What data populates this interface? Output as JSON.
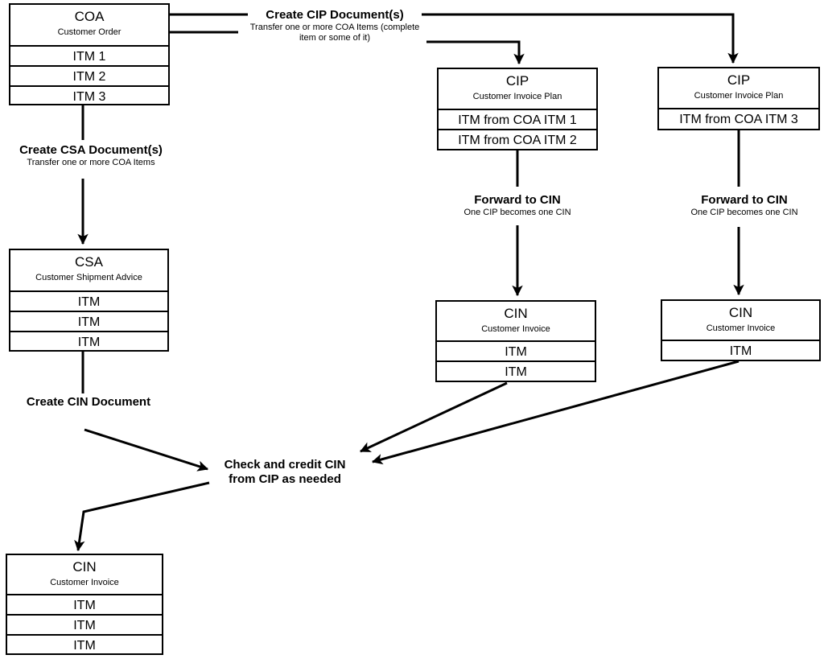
{
  "documents": {
    "coa": {
      "code": "COA",
      "full": "Customer Order",
      "items": [
        "ITM 1",
        "ITM 2",
        "ITM 3"
      ]
    },
    "cip1": {
      "code": "CIP",
      "full": "Customer Invoice Plan",
      "items": [
        "ITM from COA ITM 1",
        "ITM from COA ITM 2"
      ]
    },
    "cip2": {
      "code": "CIP",
      "full": "Customer Invoice Plan",
      "items": [
        "ITM from COA ITM 3"
      ]
    },
    "csa": {
      "code": "CSA",
      "full": "Customer Shipment Advice",
      "items": [
        "ITM",
        "ITM",
        "ITM"
      ]
    },
    "cin1": {
      "code": "CIN",
      "full": "Customer Invoice",
      "items": [
        "ITM",
        "ITM"
      ]
    },
    "cin2": {
      "code": "CIN",
      "full": "Customer Invoice",
      "items": [
        "ITM"
      ]
    },
    "cin_final": {
      "code": "CIN",
      "full": "Customer Invoice",
      "items": [
        "ITM",
        "ITM",
        "ITM"
      ]
    }
  },
  "labels": {
    "create_cip": {
      "title": "Create CIP Document(s)",
      "sub_line1": "Transfer one or more COA Items (complete",
      "sub_line2": "item or some of it)"
    },
    "create_csa": {
      "title": "Create CSA Document(s)",
      "sub": "Transfer one or more COA Items"
    },
    "forward_cin_1": {
      "title": "Forward to CIN",
      "sub": "One CIP becomes one CIN"
    },
    "forward_cin_2": {
      "title": "Forward to CIN",
      "sub": "One CIP becomes one CIN"
    },
    "create_cin": {
      "title": "Create CIN Document"
    },
    "check_credit": {
      "line1": "Check and credit CIN",
      "line2": "from CIP as needed"
    }
  }
}
